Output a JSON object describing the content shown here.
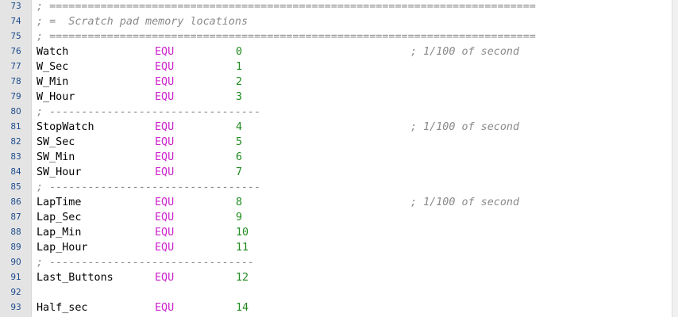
{
  "editor": {
    "colors": {
      "comment": "#8a8a8a",
      "label": "#000000",
      "keyword": "#cc22cc",
      "number": "#1e8a1e",
      "line_number": "#1c4a8c",
      "gutter_bg": "#e4e4e4"
    },
    "lines": [
      {
        "num": "73",
        "type": "comment",
        "text": "; ============================================================================"
      },
      {
        "num": "74",
        "type": "comment",
        "text": "; =  Scratch pad memory locations"
      },
      {
        "num": "75",
        "type": "comment",
        "text": "; ============================================================================"
      },
      {
        "num": "76",
        "type": "equ",
        "label": "Watch",
        "kw": "EQU",
        "value": "0",
        "comment": "; 1/100 of second"
      },
      {
        "num": "77",
        "type": "equ",
        "label": "W_Sec",
        "kw": "EQU",
        "value": "1"
      },
      {
        "num": "78",
        "type": "equ",
        "label": "W_Min",
        "kw": "EQU",
        "value": "2"
      },
      {
        "num": "79",
        "type": "equ",
        "label": "W_Hour",
        "kw": "EQU",
        "value": "3"
      },
      {
        "num": "80",
        "type": "comment",
        "text": "; ---------------------------------"
      },
      {
        "num": "81",
        "type": "equ",
        "label": "StopWatch",
        "kw": "EQU",
        "value": "4",
        "comment": "; 1/100 of second"
      },
      {
        "num": "82",
        "type": "equ",
        "label": "SW_Sec",
        "kw": "EQU",
        "value": "5"
      },
      {
        "num": "83",
        "type": "equ",
        "label": "SW_Min",
        "kw": "EQU",
        "value": "6"
      },
      {
        "num": "84",
        "type": "equ",
        "label": "SW_Hour",
        "kw": "EQU",
        "value": "7"
      },
      {
        "num": "85",
        "type": "comment",
        "text": "; ---------------------------------"
      },
      {
        "num": "86",
        "type": "equ",
        "label": "LapTime",
        "kw": "EQU",
        "value": "8",
        "comment": "; 1/100 of second"
      },
      {
        "num": "87",
        "type": "equ",
        "label": "Lap_Sec",
        "kw": "EQU",
        "value": "9"
      },
      {
        "num": "88",
        "type": "equ",
        "label": "Lap_Min",
        "kw": "EQU",
        "value": "10"
      },
      {
        "num": "89",
        "type": "equ",
        "label": "Lap_Hour",
        "kw": "EQU",
        "value": "11"
      },
      {
        "num": "90",
        "type": "comment",
        "text": "; --------------------------------"
      },
      {
        "num": "91",
        "type": "equ",
        "label": "Last_Buttons",
        "kw": "EQU",
        "value": "12"
      },
      {
        "num": "92",
        "type": "blank"
      },
      {
        "num": "93",
        "type": "equ",
        "label": "Half_sec",
        "kw": "EQU",
        "value": "14"
      }
    ]
  }
}
